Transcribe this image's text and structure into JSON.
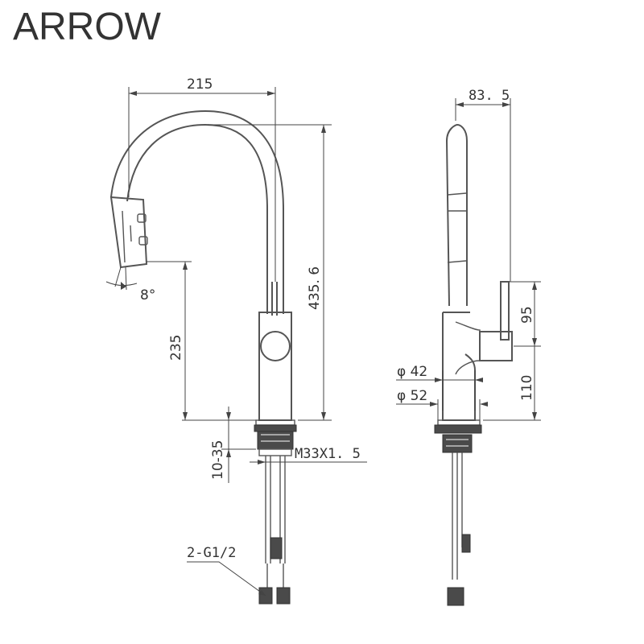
{
  "brand": "ARROW",
  "dimensions": {
    "reach": "215",
    "height": "435. 6",
    "spout_height": "235",
    "spray_angle": "8°",
    "deck_thickness": "10-35",
    "thread": "M33X1. 5",
    "hoses": "2-G1/2",
    "side_width": "83. 5",
    "handle_height": "95",
    "handle_base_height": "110",
    "neck_diameter": "φ 42",
    "base_diameter": "φ 52"
  },
  "colors": {
    "line": "#444444",
    "text": "#333333",
    "background": "#ffffff"
  }
}
